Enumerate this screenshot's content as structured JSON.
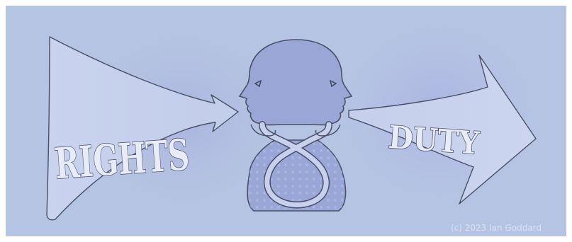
{
  "illustration": {
    "left_arrow_word": "RIGHTS",
    "right_arrow_word": "DUTY",
    "copyright": "(c) 2023 Ian Goddard"
  },
  "colors": {
    "background": "#b6c4e3",
    "glow": "#a9b5e0",
    "arrow_fill": "#c7d2ec",
    "figure_fill": "#9aa7d6",
    "outline": "#4a5068",
    "lettering": "#e8ecf8"
  }
}
